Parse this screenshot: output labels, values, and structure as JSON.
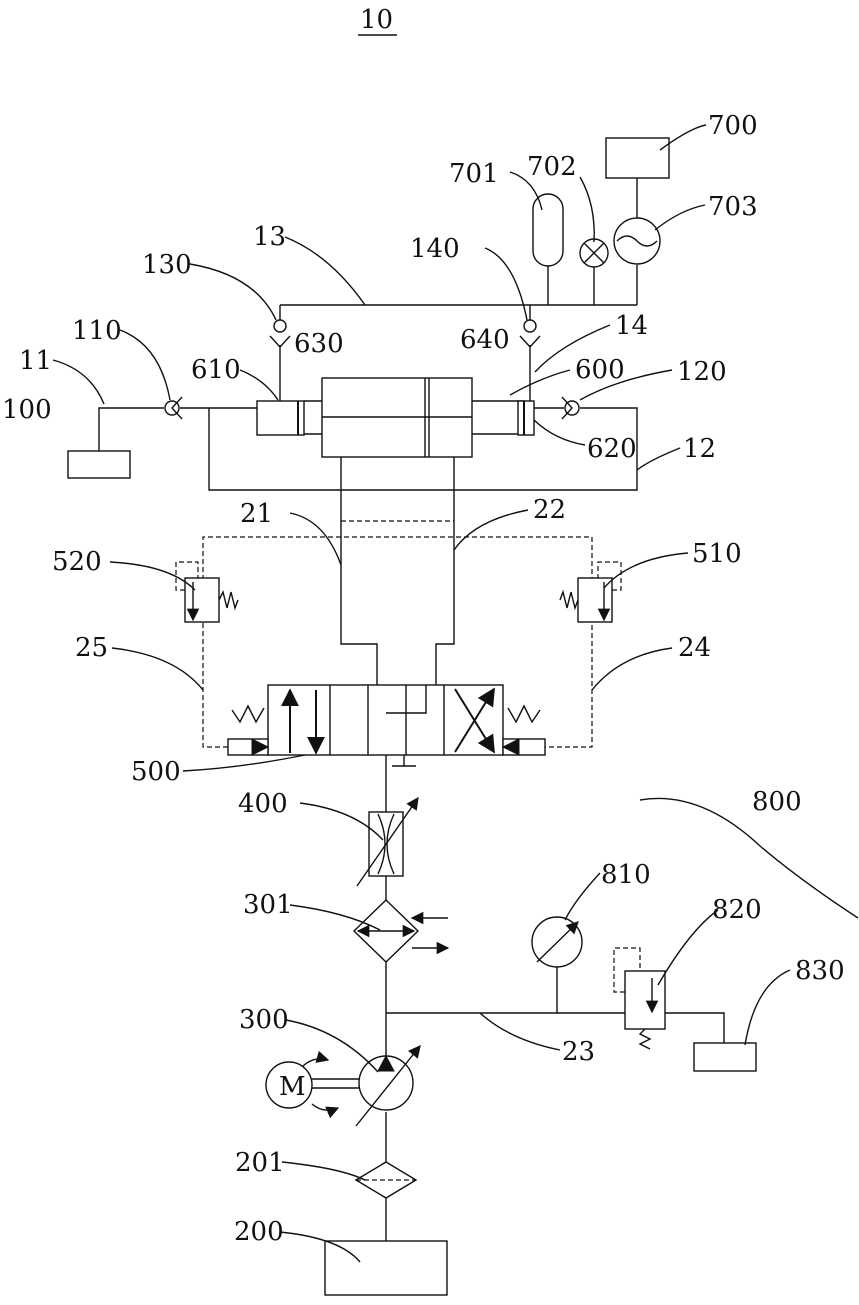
{
  "figure_number": "10",
  "labels": {
    "l10": "10",
    "l700": "700",
    "l701": "701",
    "l702": "702",
    "l703": "703",
    "l13": "13",
    "l130": "130",
    "l140": "140",
    "l14": "14",
    "l110": "110",
    "l630": "630",
    "l640": "640",
    "l11": "11",
    "l610": "610",
    "l600": "600",
    "l120": "120",
    "l100": "100",
    "l620": "620",
    "l12": "12",
    "l21": "21",
    "l22": "22",
    "l520": "520",
    "l510": "510",
    "l25": "25",
    "l24": "24",
    "l500": "500",
    "l400": "400",
    "l800": "800",
    "l810": "810",
    "l301": "301",
    "l820": "820",
    "l830": "830",
    "l300": "300",
    "l23": "23",
    "l201": "201",
    "l200": "200",
    "motor": "M"
  }
}
